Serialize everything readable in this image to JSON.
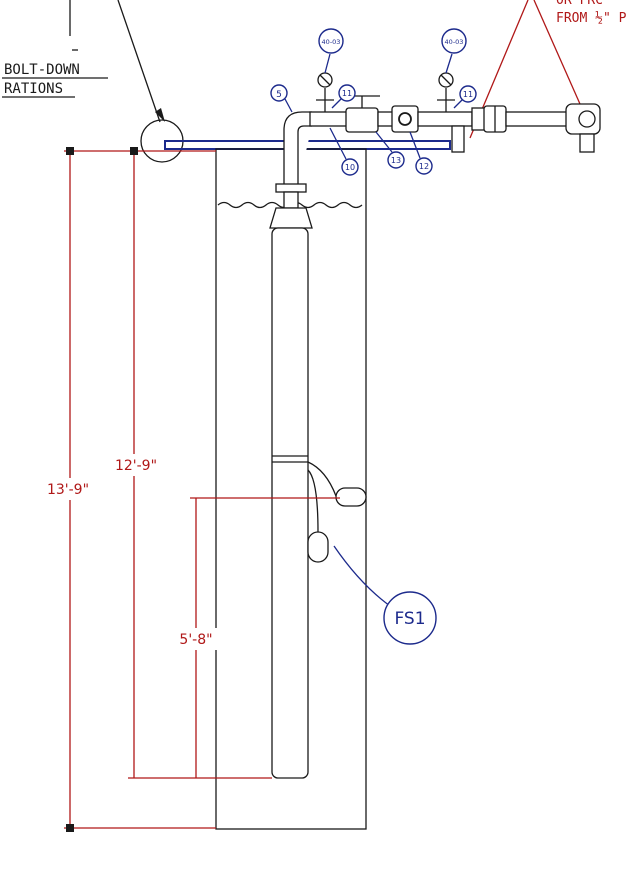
{
  "notes": {
    "top_left_line1": "BOLT-DOWN",
    "top_left_line2": "RATIONS",
    "top_right_line1": "OR FRC",
    "top_right_line2": "FROM ½\" P"
  },
  "dimensions": {
    "overall": "13'-9\"",
    "upper": "12'-9\"",
    "lower": "5'-8\""
  },
  "callouts": {
    "float_switch": "FS1",
    "pressure_gauge_left": "40-03",
    "pressure_gauge_right": "40-03",
    "item_5": "5",
    "item_10": "10",
    "item_11_a": "11",
    "item_11_b": "11",
    "item_12": "12",
    "item_13": "13"
  },
  "colors": {
    "black": "#1a1a1a",
    "red": "#b01818",
    "blue": "#1c2a8c"
  }
}
